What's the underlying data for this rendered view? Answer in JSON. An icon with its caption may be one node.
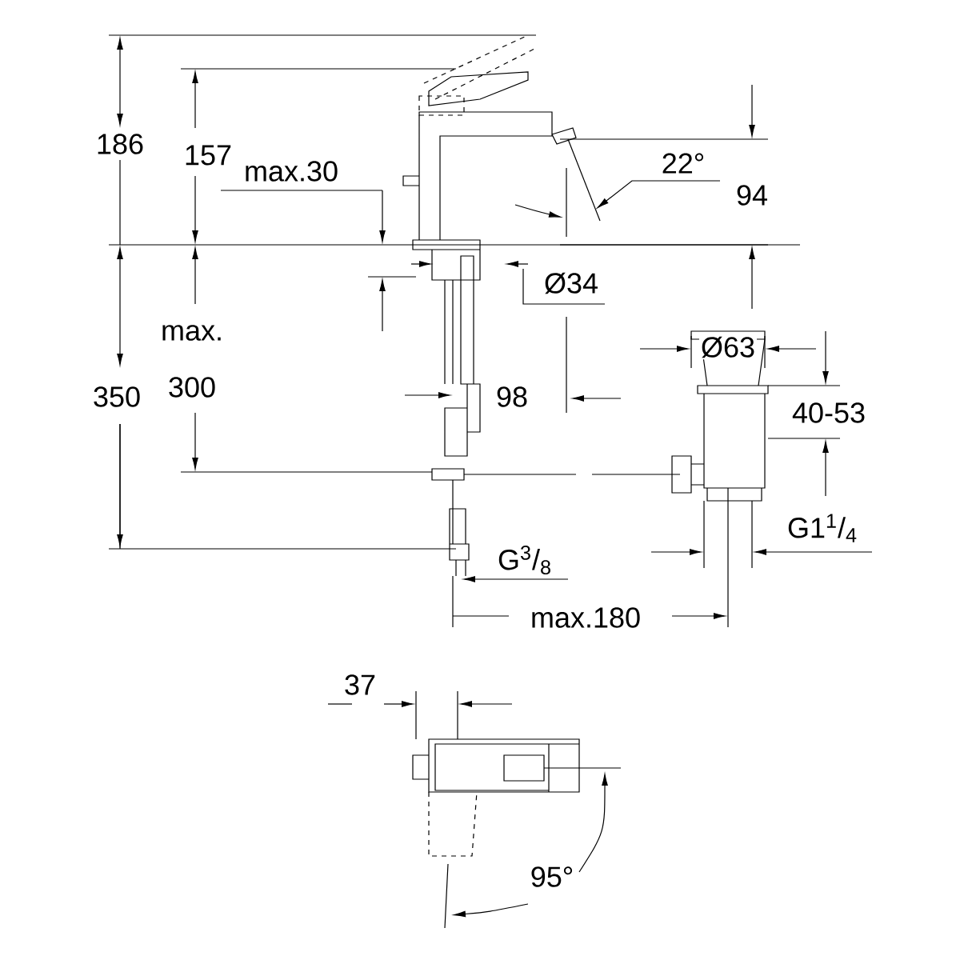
{
  "diagram": {
    "labels": [
      "186",
      "157",
      "max.30",
      "22°",
      "94",
      "Ø34",
      "max.",
      "300",
      "350",
      "98",
      "Ø63",
      "40-53",
      "G1$^{1}$/$_{4}$",
      "G$^{3}$/$_{8}$",
      "max.180",
      "37",
      "95°"
    ]
  }
}
